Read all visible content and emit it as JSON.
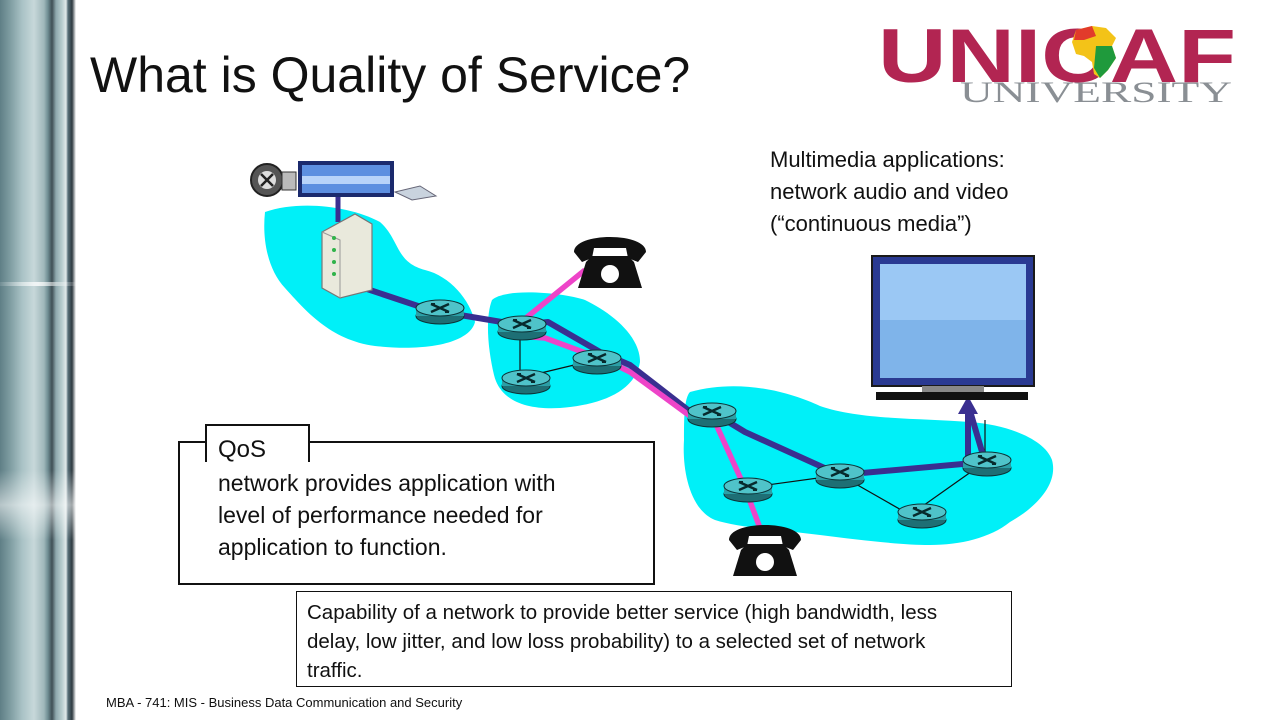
{
  "slide": {
    "title": "What is Quality of Service?",
    "footer": "MBA - 741: MIS - Business Data Communication and Security"
  },
  "logo": {
    "brand": "UNICAF",
    "subtitle": "UNIVERSITY",
    "colors": {
      "unicaf": "#b22552",
      "university": "#8a8f94"
    }
  },
  "multimedia_note": {
    "lines": [
      "Multimedia applications:",
      "network audio and video",
      "(“continuous media”)"
    ]
  },
  "qos_callout": {
    "label": "QoS",
    "lines": [
      "network provides application with",
      "level of performance needed for",
      "application to function."
    ]
  },
  "definition_box": {
    "lines": [
      "Capability of a network to provide better service (high bandwidth, less",
      "delay, low jitter, and low loss probability) to a selected set of network",
      "traffic."
    ]
  },
  "diagram": {
    "icons": [
      "film-reel-icon",
      "server-icon",
      "telephone-icon",
      "telephone-icon",
      "monitor-icon",
      "router-icon"
    ],
    "colors": {
      "cloud": "#00f0f8",
      "video_path": "#3a2f90",
      "voice_path": "#ee44c8",
      "router": "#2b9fa6"
    }
  }
}
